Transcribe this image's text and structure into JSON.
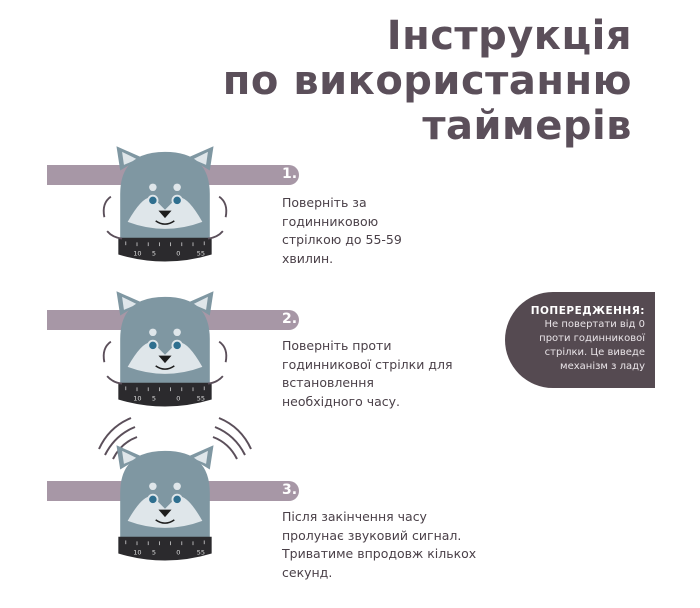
{
  "title": {
    "line1": "Інструкція",
    "line2": "по використанню",
    "line3": "таймерів"
  },
  "steps": [
    {
      "number": "1.",
      "text": "Поверніть за\nгодинниковою\nстрілкою до 55-59\nхвилин."
    },
    {
      "number": "2.",
      "text": "Поверніть проти\nгодинникової стрілки для\nвстановлення\nнеобхідного  часу."
    },
    {
      "number": "3.",
      "text": "Після закінчення часу\nпролунає звуковий сигнал.\nТриватиме впродовж кількох\nсекунд."
    }
  ],
  "warning": {
    "heading": "ПОПЕРЕДЖЕННЯ:",
    "text": "Не повертати від 0\nпроти годинникової\nстрілки. Це виведе\nмеханізм з ладу"
  },
  "dial_labels": [
    "10",
    "5",
    "0",
    "55"
  ],
  "colors": {
    "title": "#5b4f5a",
    "bar": "#a797a6",
    "timer": "#7f97a2",
    "warning": "#554a51"
  }
}
